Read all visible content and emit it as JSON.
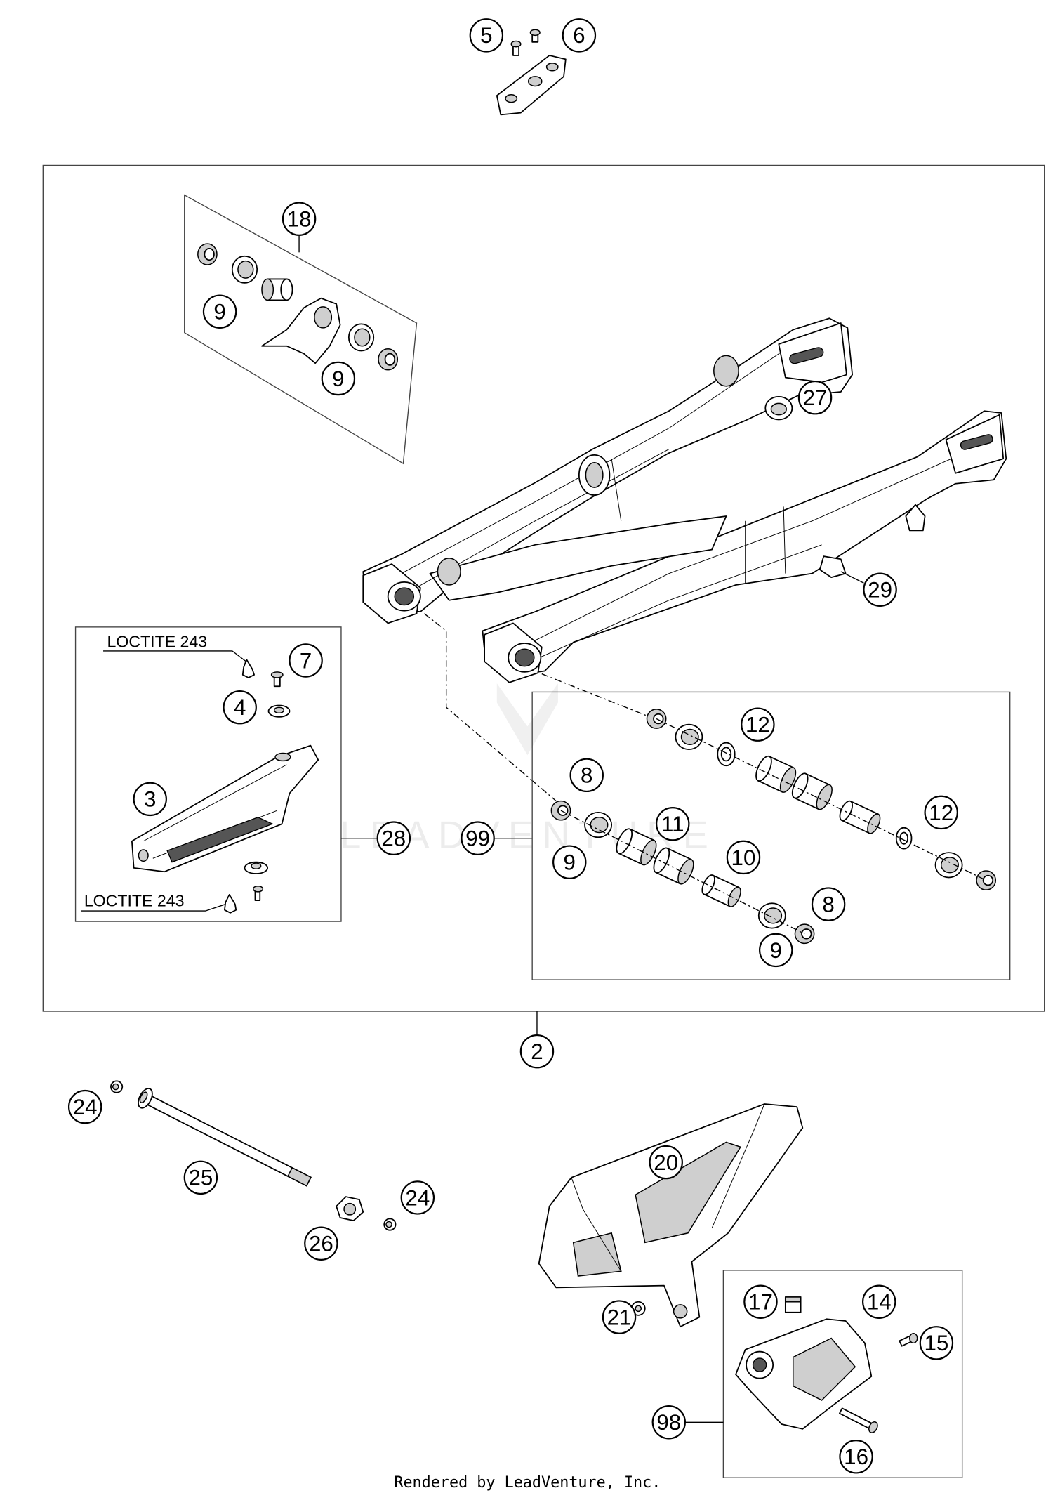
{
  "callouts": [
    "5",
    "6",
    "18",
    "9",
    "9",
    "27",
    "29",
    "7",
    "4",
    "3",
    "28",
    "99",
    "8",
    "11",
    "9",
    "10",
    "12",
    "12",
    "8",
    "9",
    "2",
    "24",
    "25",
    "26",
    "24",
    "20",
    "21",
    "17",
    "14",
    "15",
    "98",
    "16"
  ],
  "annotations": {
    "loctite_upper": "LOCTITE 243",
    "loctite_lower": "LOCTITE 243"
  },
  "watermark": "LEADVENTURE",
  "footer": "Rendered by LeadVenture, Inc."
}
